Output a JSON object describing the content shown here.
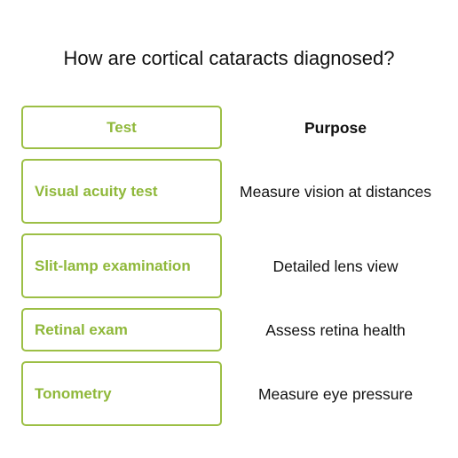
{
  "title": "How are cortical cataracts diagnosed?",
  "header": {
    "test": "Test",
    "purpose": "Purpose"
  },
  "rows": [
    {
      "test": "Visual acuity test",
      "purpose": "Measure vision at distances"
    },
    {
      "test": "Slit-lamp examination",
      "purpose": "Detailed lens view"
    },
    {
      "test": "Retinal exam",
      "purpose": "Assess retina health"
    },
    {
      "test": "Tonometry",
      "purpose": "Measure eye pressure"
    }
  ],
  "colors": {
    "accent": "#9cbf45",
    "accent_text": "#8fb83a",
    "text": "#111111",
    "background": "#ffffff"
  }
}
